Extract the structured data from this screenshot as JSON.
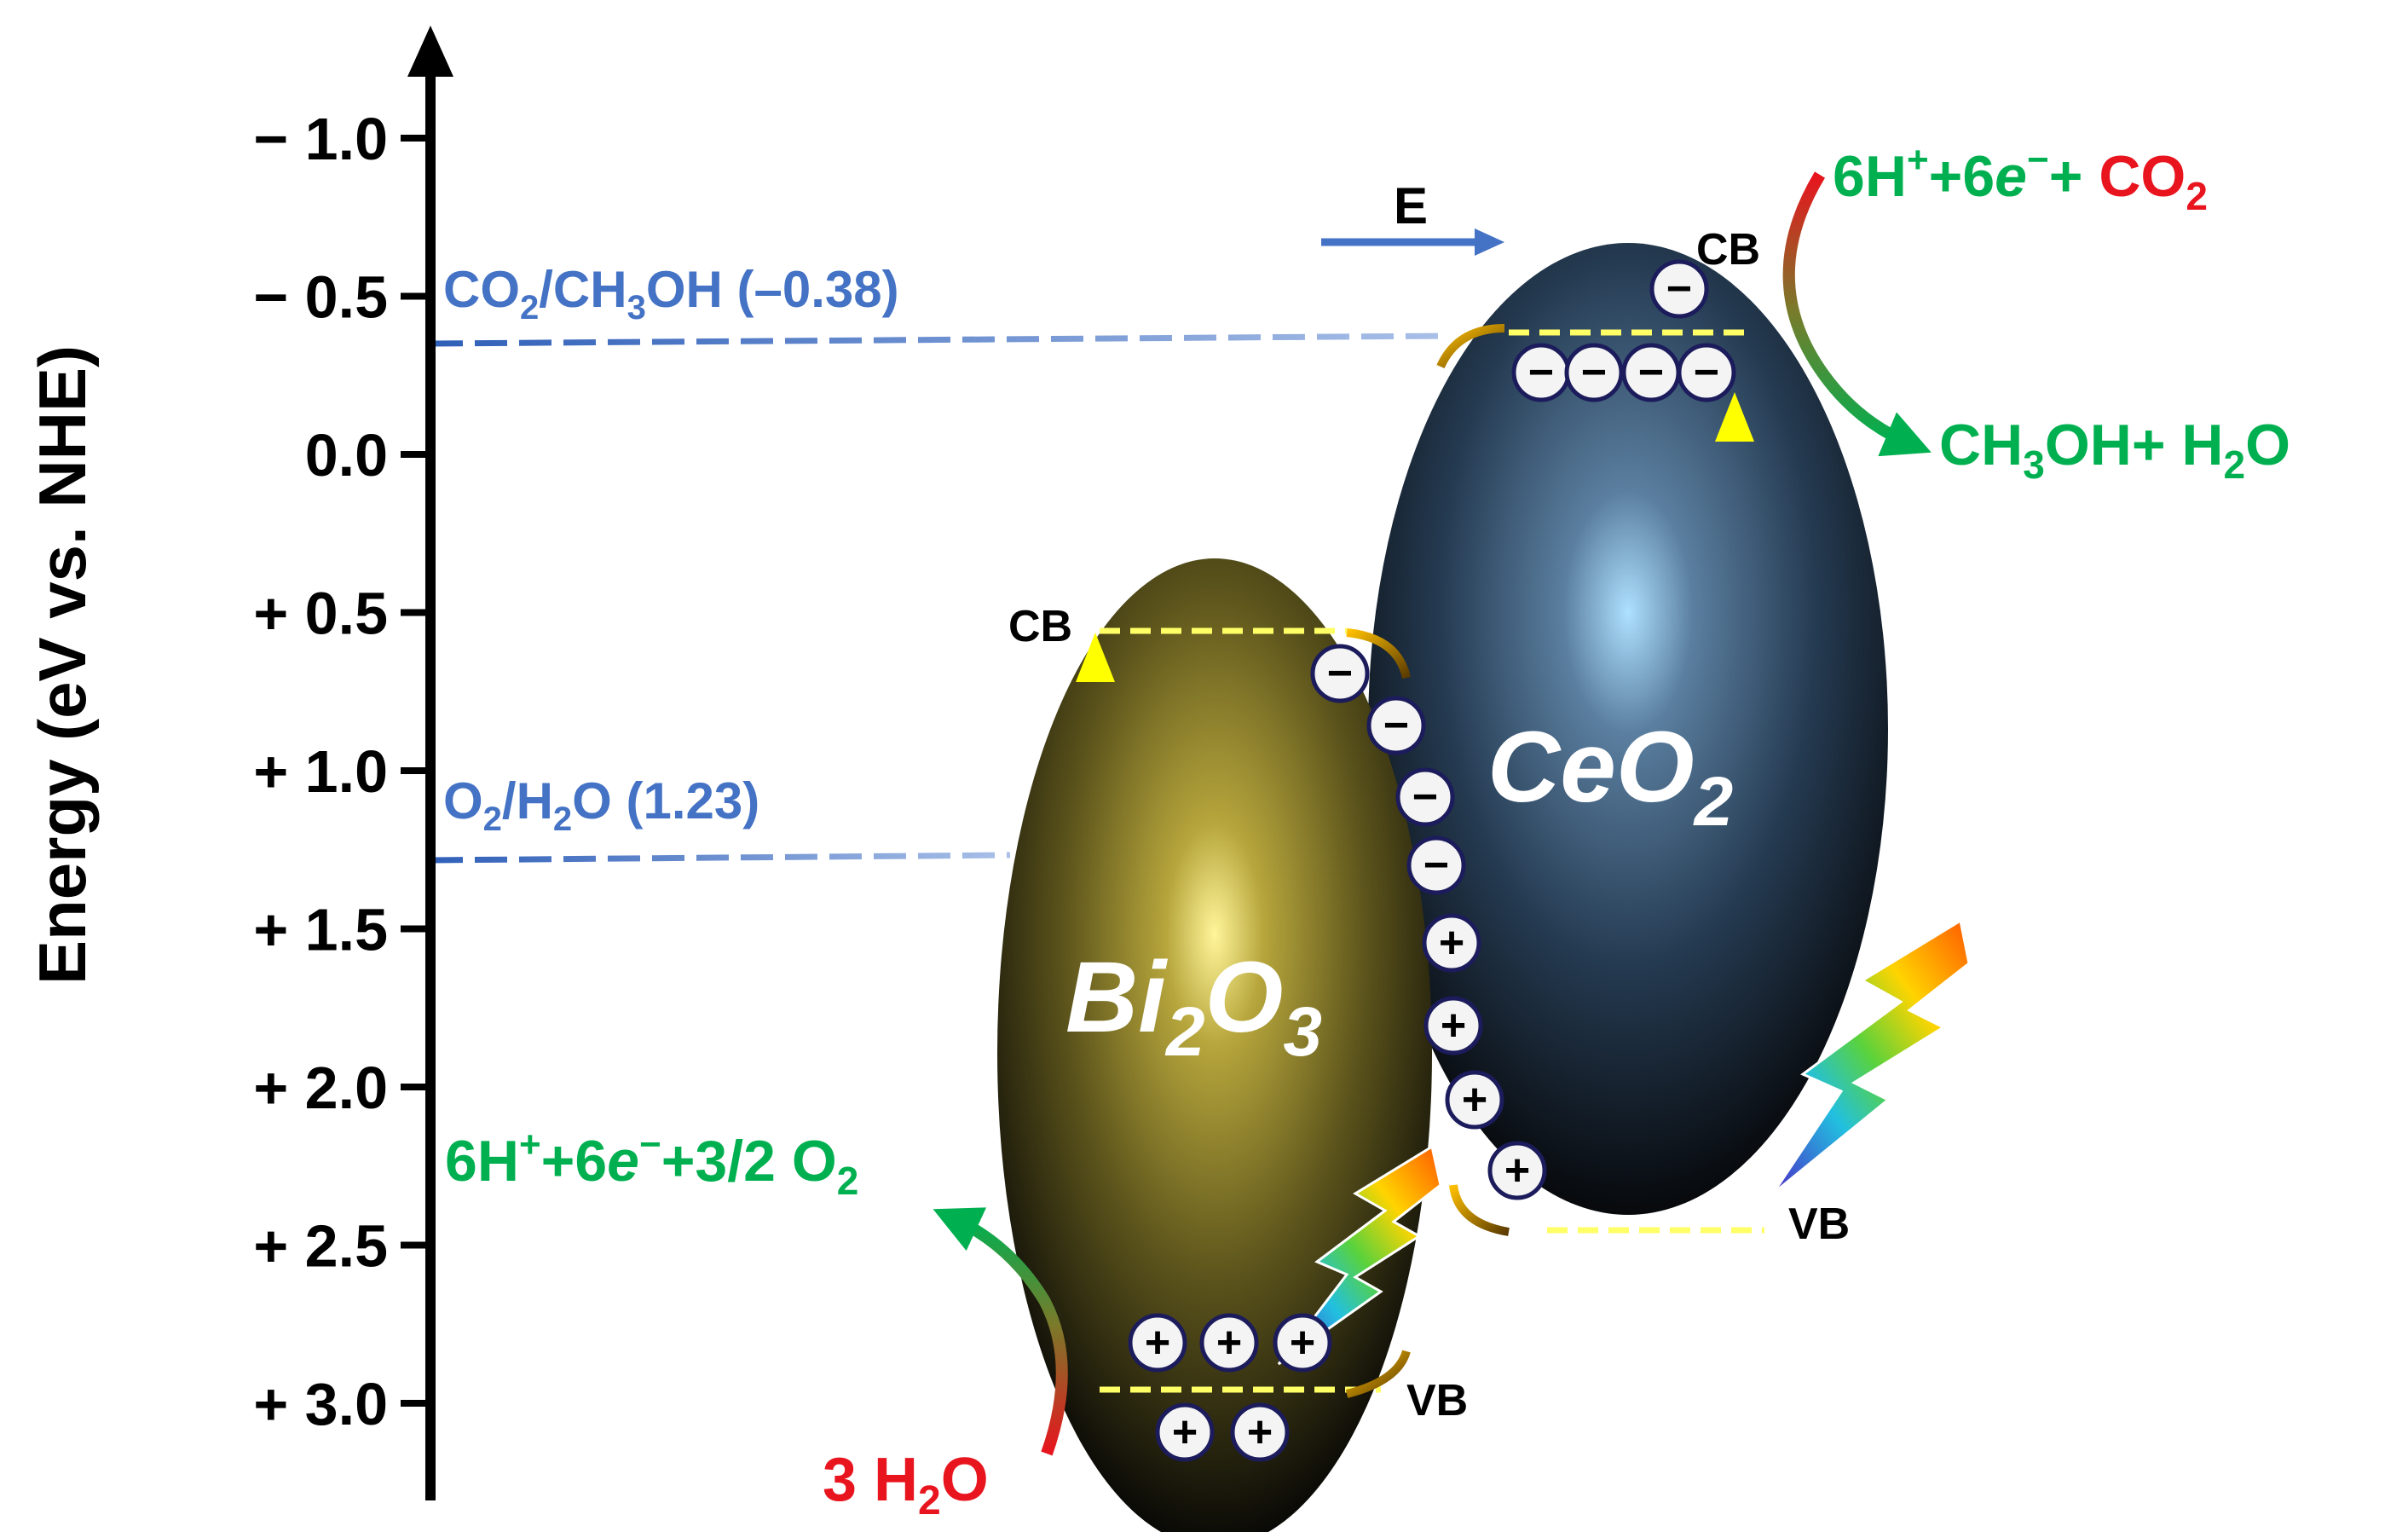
{
  "axis": {
    "label": "Energy (eV vs. NHE)",
    "ticks": [
      {
        "label": "− 1.0",
        "value": -1.0
      },
      {
        "label": "− 0.5",
        "value": -0.5
      },
      {
        "label": "0.0",
        "value": 0.0
      },
      {
        "label": "+ 0.5",
        "value": 0.5
      },
      {
        "label": "+ 1.0",
        "value": 1.0
      },
      {
        "label": "+ 1.5",
        "value": 1.5
      },
      {
        "label": "+ 2.0",
        "value": 2.0
      },
      {
        "label": "+ 2.5",
        "value": 2.5
      },
      {
        "label": "+ 3.0",
        "value": 3.0
      }
    ]
  },
  "references": [
    {
      "label": "CO2/CH3OH (−0.38)",
      "value": -0.38
    },
    {
      "label": "O2/H2O (1.23)",
      "value": 1.23
    }
  ],
  "semiconductors": {
    "bi2o3": {
      "name": "Bi2O3",
      "cb_label": "CB",
      "vb_label": "VB"
    },
    "ceo2": {
      "name": "CeO2",
      "cb_label": "CB",
      "vb_label": "VB"
    }
  },
  "field_label": "E",
  "reactions": {
    "reduction_reactants": "6H⁺+6e⁻+ CO2",
    "reduction_products": "CH3OH+ H2O",
    "oxidation_reactant": "3 H2O",
    "oxidation_products": "6H⁺+6e⁻+3/2 O2"
  },
  "charges": {
    "electron": "−",
    "hole": "+"
  },
  "colors": {
    "axis": "#000000",
    "reference": "#4472c4",
    "reaction_green": "#00b050",
    "reactant_red": "#e8141e",
    "level_dash": "#ffff66",
    "bi2o3_body": "#5c5418",
    "ceo2_body": "#2e4a68"
  }
}
